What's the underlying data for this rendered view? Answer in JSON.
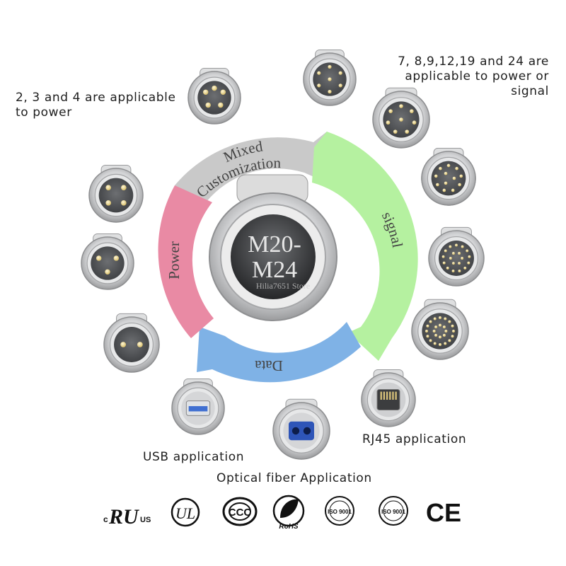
{
  "captions": {
    "power_note": "2, 3 and 4 are applicable to power",
    "signal_note": "7, 8,9,12,19 and 24 are applicable to power or signal",
    "usb": "USB application",
    "optical": "Optical fiber Application",
    "rj45": "RJ45 application"
  },
  "ring": {
    "mixed_line1": "Mixed",
    "mixed_line2": "Customization",
    "signal": "signal",
    "data": "Data",
    "power": "Power"
  },
  "center": {
    "model_line1": "M20-",
    "model_line2": "M24",
    "watermark": "Hilia7651 Store"
  },
  "certifications": {
    "ul_us": "US",
    "rohs": "RoHS",
    "iso": "ISO 9001",
    "ce": "CE"
  },
  "colors": {
    "mixed_arc": "#c9c9c9",
    "signal_arc": "#b5f1a0",
    "data_arc": "#7fb2e6",
    "power_arc": "#e98aa4",
    "connector_metal": "#d9dadb",
    "pin_gold": "#f1dc9a",
    "fiber_blue": "#2e55b8"
  },
  "connectors": [
    {
      "name": "connector-5pin",
      "pins": 5
    },
    {
      "name": "connector-7pin",
      "pins": 7
    },
    {
      "name": "connector-8pin",
      "pins": 8
    },
    {
      "name": "connector-9pin",
      "pins": 9
    },
    {
      "name": "connector-12pin",
      "pins": 12
    },
    {
      "name": "connector-19pin",
      "pins": 19
    },
    {
      "name": "connector-24pin",
      "pins": 24
    },
    {
      "name": "connector-rj45",
      "type": "rj45"
    },
    {
      "name": "connector-optical-fiber",
      "type": "fiber"
    },
    {
      "name": "connector-usb",
      "type": "usb"
    },
    {
      "name": "connector-2pin",
      "pins": 2
    },
    {
      "name": "connector-3pin",
      "pins": 3
    },
    {
      "name": "connector-4pin",
      "pins": 4
    }
  ]
}
